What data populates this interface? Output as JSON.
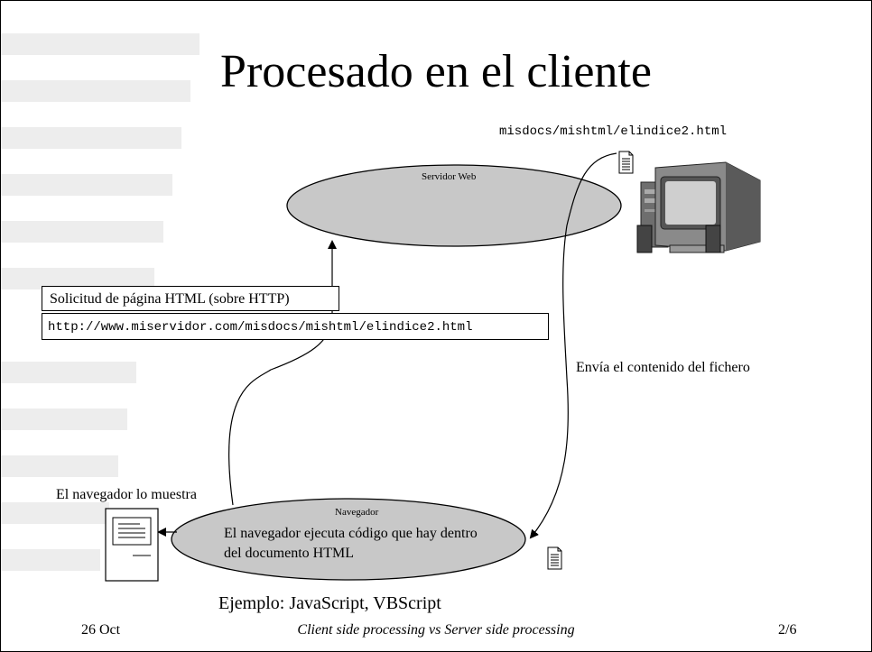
{
  "slide": {
    "title": "Procesado en el cliente",
    "file_path": "misdocs/mishtml/elindice2.html",
    "server_label": "Servidor Web",
    "browser_label": "Navegador",
    "request_label": "Solicitud de página HTML (sobre HTTP)",
    "request_url": "http://www.miservidor.com/misdocs/mishtml/elindice2.html",
    "send_label": "Envía el contenido del fichero",
    "display_label": "El navegador lo muestra",
    "execute_text": "El navegador ejecuta  código que hay dentro del documento HTML",
    "example_text": "Ejemplo: JavaScript, VBScript"
  },
  "footer": {
    "date": "26 Oct",
    "center": "Client side processing vs Server side processing",
    "page": "2/6"
  },
  "colors": {
    "ellipse_fill": "#c8c8c8",
    "stripe": "#ededed"
  }
}
